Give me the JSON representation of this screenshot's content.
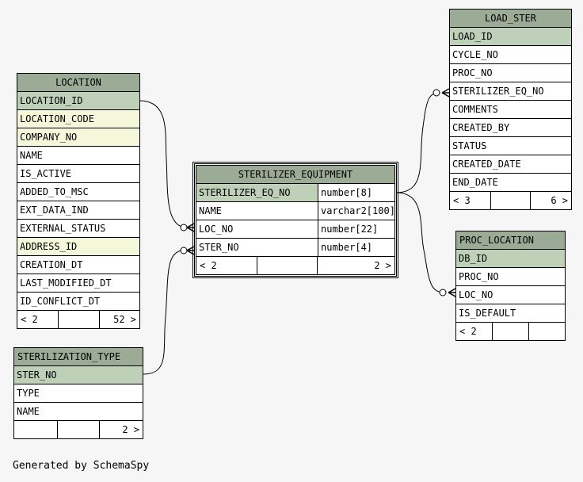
{
  "tables": {
    "location": {
      "name": "LOCATION",
      "columns": [
        "LOCATION_ID",
        "LOCATION_CODE",
        "COMPANY_NO",
        "NAME",
        "IS_ACTIVE",
        "ADDED_TO_MSC",
        "EXT_DATA_IND",
        "EXTERNAL_STATUS",
        "ADDRESS_ID",
        "CREATION_DT",
        "LAST_MODIFIED_DT",
        "ID_CONFLICT_DT"
      ],
      "footer": [
        "< 2",
        "",
        "52 >"
      ]
    },
    "sterilization_type": {
      "name": "STERILIZATION_TYPE",
      "columns": [
        "STER_NO",
        "TYPE",
        "NAME"
      ],
      "footer": [
        "",
        "",
        "2 >"
      ]
    },
    "sterilizer_equipment": {
      "name": "STERILIZER_EQUIPMENT",
      "columns": [
        "STERILIZER_EQ_NO",
        "NAME",
        "LOC_NO",
        "STER_NO"
      ],
      "types": [
        "number[8]",
        "varchar2[100]",
        "number[22]",
        "number[4]"
      ],
      "footer": [
        "< 2",
        "",
        "2 >"
      ]
    },
    "load_ster": {
      "name": "LOAD_STER",
      "columns": [
        "LOAD_ID",
        "CYCLE_NO",
        "PROC_NO",
        "STERILIZER_EQ_NO",
        "COMMENTS",
        "CREATED_BY",
        "STATUS",
        "CREATED_DATE",
        "END_DATE"
      ],
      "footer": [
        "< 3",
        "",
        "6 >"
      ]
    },
    "proc_location": {
      "name": "PROC_LOCATION",
      "columns": [
        "DB_ID",
        "PROC_NO",
        "LOC_NO",
        "IS_DEFAULT"
      ],
      "footer": [
        "< 2",
        "",
        ""
      ]
    }
  },
  "generated_by": "Generated by SchemaSpy",
  "colors": {
    "header": "#9bab96",
    "primary_key": "#bed1b8",
    "foreign_key": "#f4f7da"
  }
}
